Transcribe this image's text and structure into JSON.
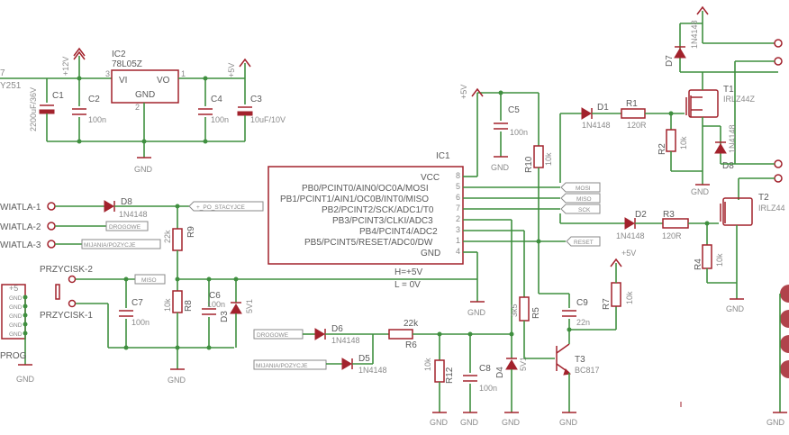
{
  "labels": {
    "conn_left_top": "7",
    "conn_left_bot": "Y251",
    "v12": "+12V",
    "v5_top": "+5V",
    "v5_mid": "+5V",
    "v5_t3": "+5V",
    "ic2_name": "IC2",
    "ic2_value": "78L05Z",
    "ic2_vi": "VI",
    "ic2_vo": "VO",
    "ic2_gnd": "GND",
    "ic2_pin1": "1",
    "ic2_pin2": "2",
    "ic2_pin3": "3",
    "c1_name": "C1",
    "c1_value": "2200uF/36V",
    "c2_name": "C2",
    "c2_value": "100n",
    "c4_name": "C4",
    "c4_value": "100n",
    "c3_name": "C3",
    "c3_value": "10uF/10V",
    "c5_name": "C5",
    "c5_value": "100n",
    "r10_name": "R10",
    "r10_value": "10k",
    "ic1_name": "IC1",
    "ic1_pins": [
      "VCC",
      "PB0/PCINT0/AIN0/OC0A/MOSI",
      "PB1/PCINT1/AIN1/OC0B/INT0/MISO",
      "PB2/PCINT2/SCK/ADC1/T0",
      "PB3/PCINT3/CLKI/ADC3",
      "PB4/PCINT4/ADC2",
      "PB5/PCINT5/RESET/ADC0/DW",
      "GND"
    ],
    "ic1_pin_numbers": [
      "8",
      "5",
      "6",
      "7",
      "2",
      "3",
      "1",
      "4"
    ],
    "ic1_note1": "H=+5V",
    "ic1_note2": "L = 0V",
    "d1_name": "D1",
    "d1_value": "1N4148",
    "r1_name": "R1",
    "r1_value": "120R",
    "r2_name": "R2",
    "r2_value": "10k",
    "d7_name": "D7",
    "d7_value": "1N4148",
    "t1_name": "T1",
    "t1_value": "IRLZ44Z",
    "d8r_name": "D8",
    "d8r_value": "1N4148",
    "d2_name": "D2",
    "d2_value": "1N4148",
    "r3_name": "R3",
    "r3_value": "120R",
    "r4_name": "R4",
    "r4_value": "10k",
    "t2_name": "T2",
    "t2_value": "IRLZ44",
    "d8_name": "D8",
    "d8_value": "1N4148",
    "r9_name": "R9",
    "r9_value": "22k",
    "r8_name": "R8",
    "r8_value": "10k",
    "c6_name": "C6",
    "c6_value": "100n",
    "d3_name": "D3",
    "d3_value": "5V1",
    "c7_name": "C7",
    "c7_value": "100n",
    "d6_name": "D6",
    "d6_value": "1N4148",
    "d5_name": "D5",
    "d5_value": "1N4148",
    "r6_name": "R6",
    "r6_value": "22k",
    "r12_name": "R12",
    "r12_value": "10k",
    "c8_name": "C8",
    "c8_value": "100n",
    "d4_name": "D4",
    "d4_value": "5V1",
    "r5_name": "R5",
    "r5_value": "3k5",
    "c9_name": "C9",
    "c9_value": "22n",
    "r7_name": "R7",
    "r7_value": "10k",
    "t3_name": "T3",
    "t3_value": "BC817",
    "swiatla1": "WIATLA-1",
    "swiatla2": "WIATLA-2",
    "swiatla3": "WIATLA-3",
    "przycisk2": "PRZYCISK-2",
    "przycisk1": "PRZYCISK-1",
    "prog": "PROG",
    "prog_pins": [
      "+5",
      "GND",
      "GND",
      "GND",
      "GND",
      "GND"
    ],
    "gnd": "GND"
  },
  "net_tags": {
    "mosi": "MOSI",
    "miso": "MISO",
    "sck": "SCK",
    "reset": "RESET",
    "miso_left": "MISO",
    "po_stacyjce": "+_PO_STACYJCE",
    "drogowe": "DROGOWE",
    "mijania": "MIJANIA/POZYCJE",
    "drogowe2": "DROGOWE",
    "mijania2": "MIJANIA/POZYCJE"
  }
}
